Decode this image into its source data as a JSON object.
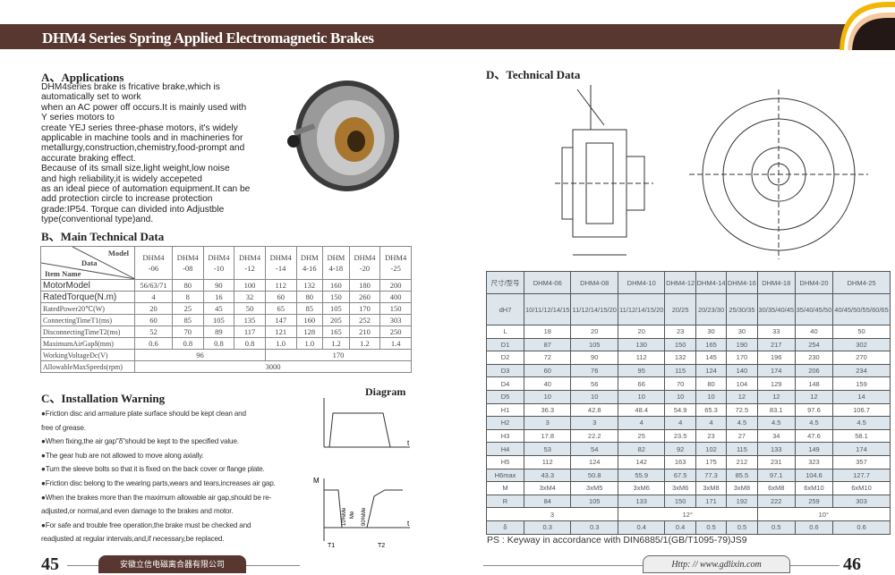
{
  "header": {
    "title": "DHM4 Series Spring Applied Electromagnetic Brakes"
  },
  "applications": {
    "heading": "A、Applications",
    "lines": [
      "  DHM4series brake is fricative brake,which is",
      "automatically set to work",
      "when an AC power off occurs.It is mainly used with",
      "Y series motors to",
      "create YEJ series three-phase motors, it's widely",
      "applicable in machine tools and  in machineries for",
      "metallurgy,construction,chemistry,food-prompt and",
      "accurate braking effect.",
      "  Because of its small size,light weight,low noise",
      "and high reliability,it is widely accepeted",
      "as an ideal piece of automation equipment.It can be",
      "add protection circle to increase protection",
      "grade:IP54. Torque  can  divided into  Adjustble",
      "type(conventional  type)and."
    ]
  },
  "main_data": {
    "heading": "B、Main Technical Data",
    "corner": {
      "model": "Model",
      "data": "Data",
      "item": "Item Name"
    },
    "models": [
      [
        "DHM4",
        "-06"
      ],
      [
        "DHM4",
        "-08"
      ],
      [
        "DHM4",
        "-10"
      ],
      [
        "DHM4",
        "-12"
      ],
      [
        "DHM4",
        "-14"
      ],
      [
        "DHM",
        "4-16"
      ],
      [
        "DHM",
        "4-18"
      ],
      [
        "DHM4",
        "-20"
      ],
      [
        "DHM4",
        "-25"
      ]
    ],
    "rows": [
      {
        "label": "MotorModel",
        "values": [
          "56/63/71",
          "80",
          "90",
          "100",
          "112",
          "132",
          "160",
          "180",
          "200"
        ]
      },
      {
        "label": "RatedTorque(N.m)",
        "values": [
          "4",
          "8",
          "16",
          "32",
          "60",
          "80",
          "150",
          "260",
          "400"
        ]
      },
      {
        "label": "RatedPower20℃(W)",
        "values": [
          "20",
          "25",
          "45",
          "50",
          "65",
          "85",
          "105",
          "170",
          "150"
        ]
      },
      {
        "label": "ConnectingTimeT1(ms)",
        "values": [
          "60",
          "85",
          "105",
          "135",
          "147",
          "160",
          "205",
          "252",
          "303"
        ]
      },
      {
        "label": "DisconnectingTimeT2(ms)",
        "values": [
          "52",
          "70",
          "89",
          "117",
          "121",
          "128",
          "165",
          "210",
          "250"
        ]
      },
      {
        "label": "MaximumAirGapδ(mm)",
        "values": [
          "0.6",
          "0.8",
          "0.8",
          "0.8",
          "1.0",
          "1.0",
          "1.2",
          "1.2",
          "1.4"
        ]
      }
    ],
    "voltage": {
      "label": "WorkingVoltageDc(V)",
      "low": "96",
      "high": "170"
    },
    "speed": {
      "label": "AllowableMaxSpeeds(rpm)",
      "value": "3000"
    }
  },
  "installation": {
    "heading": "C、Installation Warning",
    "lines": [
      "●Friction disc and armature plate surface should be kept clean and",
      "free of grease.",
      "●When fixing,the air gap\"δ\"should be kept to the specified value.",
      "●The gear hub are not allowed to move along axially.",
      "●Turn the sleeve bolts so that it is fixed on the back cover or flange plate.",
      "●Friction disc belong to the wearing parts,wears and tears,increases air gap.",
      "●When the brakes more than the maximum allowable air gap,should be re-",
      "adjusted,or normal,and even damage to the brakes and motor.",
      "●For safe and trouble free operation,the brake must be checked and",
      "readjusted at regular intervals,and,if necessary,be replaced."
    ]
  },
  "diagram": {
    "title": "Diagram",
    "labels": {
      "t": "t",
      "M": "M",
      "T1": "T1",
      "T2": "T2",
      "Me": "Me",
      "pct10": "10%Me",
      "pct90": "90%Me"
    }
  },
  "technical": {
    "heading": "D、Technical Data",
    "corner": "尺寸/型号",
    "models": [
      "DHM4-06",
      "DHM4-08",
      "DHM4-10",
      "DHM4-12",
      "DHM4-14",
      "DHM4-16",
      "DHM4-18",
      "DHM4-20",
      "DHM4-25"
    ],
    "dh7": {
      "label": "dH7",
      "values": [
        "10/11/12/14/15",
        "11/12/14/15/20",
        "11/12/14/15/20",
        "20/25",
        "20/23/30",
        "25/30/35",
        "30/35/40/45",
        "35/40/45/50",
        "40/45/50/55/60/65"
      ]
    },
    "rows": [
      {
        "label": "L",
        "values": [
          "18",
          "20",
          "20",
          "23",
          "30",
          "30",
          "33",
          "40",
          "50"
        ]
      },
      {
        "label": "D1",
        "values": [
          "87",
          "105",
          "130",
          "150",
          "165",
          "190",
          "217",
          "254",
          "302"
        ]
      },
      {
        "label": "D2",
        "values": [
          "72",
          "90",
          "112",
          "132",
          "145",
          "170",
          "196",
          "230",
          "270"
        ]
      },
      {
        "label": "D3",
        "values": [
          "60",
          "76",
          "95",
          "115",
          "124",
          "140",
          "174",
          "206",
          "234"
        ]
      },
      {
        "label": "D4",
        "values": [
          "40",
          "56",
          "66",
          "70",
          "80",
          "104",
          "129",
          "148",
          "159"
        ]
      },
      {
        "label": "D5",
        "values": [
          "10",
          "10",
          "10",
          "10",
          "10",
          "12",
          "12",
          "12",
          "14"
        ]
      },
      {
        "label": "H1",
        "values": [
          "36.3",
          "42.8",
          "48.4",
          "54.9",
          "65.3",
          "72.5",
          "83.1",
          "97.6",
          "106.7"
        ]
      },
      {
        "label": "H2",
        "values": [
          "3",
          "3",
          "4",
          "4",
          "4",
          "4.5",
          "4.5",
          "4.5",
          "4.5"
        ]
      },
      {
        "label": "H3",
        "values": [
          "17.8",
          "22.2",
          "25",
          "23.5",
          "23",
          "27",
          "34",
          "47.6",
          "58.1"
        ]
      },
      {
        "label": "H4",
        "values": [
          "53",
          "54",
          "82",
          "92",
          "102",
          "115",
          "133",
          "149",
          "174"
        ]
      },
      {
        "label": "H5",
        "values": [
          "112",
          "124",
          "142",
          "163",
          "175",
          "212",
          "231",
          "323",
          "357"
        ]
      },
      {
        "label": "H6max",
        "values": [
          "43.3",
          "50.8",
          "55.9",
          "67.5",
          "77.3",
          "85.5",
          "97.1",
          "104.6",
          "127.7"
        ]
      },
      {
        "label": "M",
        "values": [
          "3xM4",
          "3xM5",
          "3xM6",
          "3xM6",
          "3xM8",
          "3xM8",
          "6xM8",
          "6xM10",
          "6xM10"
        ]
      },
      {
        "label": "R",
        "values": [
          "84",
          "105",
          "133",
          "150",
          "171",
          "192",
          "222",
          "259",
          "303"
        ]
      }
    ],
    "alpha": [
      "3",
      "12°",
      "10°"
    ],
    "delta": {
      "label": "δ",
      "values": [
        "0.3",
        "0.3",
        "0.4",
        "0.4",
        "0.5",
        "0.5",
        "0.5",
        "0.6",
        "0.6"
      ]
    },
    "note": "PS : Keyway in accordance with DIN6885/1(GB/T1095-79)JS9"
  },
  "footer": {
    "page_left": "45",
    "page_right": "46",
    "company": "安徽立信电磁离合器有限公司",
    "url": "Http: // www.gdlixin.com"
  },
  "colors": {
    "brand": "#57372f",
    "gold": "#f2b705",
    "table_blue": "#dde6ec"
  }
}
